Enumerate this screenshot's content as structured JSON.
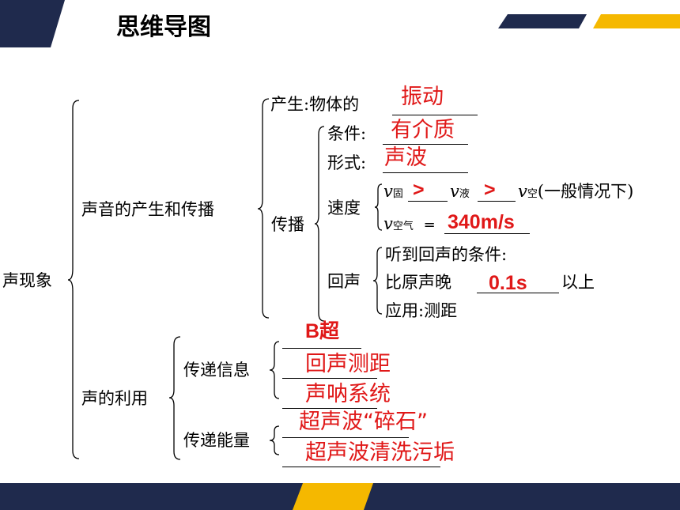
{
  "title": "思维导图",
  "colors": {
    "navy": "#1f2a4d",
    "gold": "#f5b800",
    "answer": "#e01818"
  },
  "tree": {
    "root": "声现象",
    "b1": "声音的产生和传播",
    "produce_label": "产生:物体的",
    "spread": "传播",
    "condition_label": "条件:",
    "form_label": "形式:",
    "speed_label": "速度",
    "speed_v": "v",
    "speed_sub1": "固",
    "speed_sub2": "液",
    "speed_sub3": "空",
    "speed_note": "(一般情况下)",
    "air_sub": "空气",
    "air_eq": "=",
    "echo_label": "回声",
    "echo_l1": "听到回声的条件:",
    "echo_l2a": "比原声晚",
    "echo_l2b": "以上",
    "echo_l3": "应用:测距",
    "b2": "声的利用",
    "info": "传递信息",
    "energy": "传递能量"
  },
  "answers": {
    "vibrate": "振动",
    "medium": "有介质",
    "wave": "声波",
    "gt1": ">",
    "gt2": ">",
    "speed": "340m/s",
    "delay": "0.1s",
    "b_ultra": "B超",
    "echo_ranging": "回声测距",
    "sonar": "声呐系统",
    "stone": "超声波“碎石”",
    "clean": "超声波清洗污垢"
  }
}
